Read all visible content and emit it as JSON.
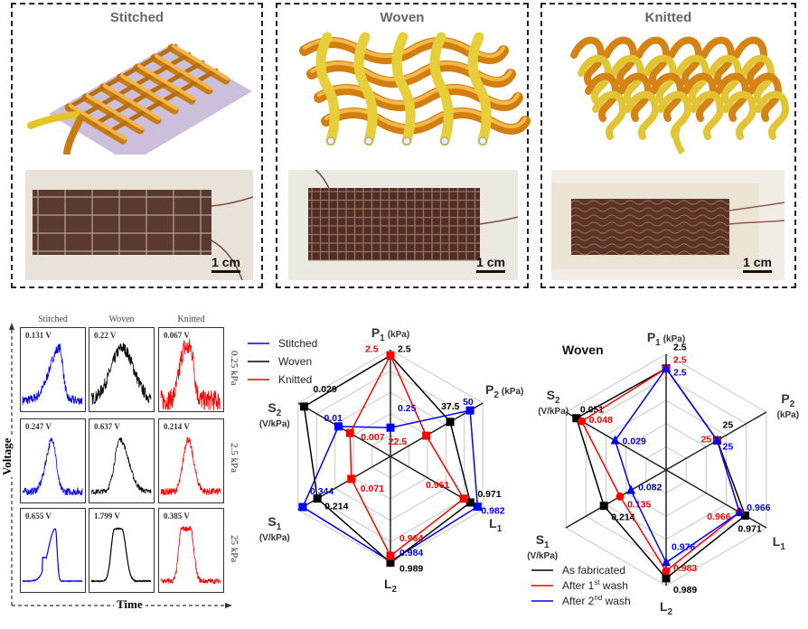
{
  "top_panels": [
    {
      "title": "Stitched",
      "scale_bar": "1 cm"
    },
    {
      "title": "Woven",
      "scale_bar": "1 cm"
    },
    {
      "title": "Knitted",
      "scale_bar": "1 cm"
    }
  ],
  "signals": {
    "columns": [
      "Stitched",
      "Woven",
      "Knitted"
    ],
    "rows": [
      "0.25 kPa",
      "2.5 kPa",
      "25 kPa"
    ],
    "y_axis": "Voltage",
    "x_axis": "Time",
    "colors": [
      "#0000ff",
      "#000000",
      "#ff0000"
    ],
    "peaks": [
      [
        "0.131 V",
        "0.22 V",
        "0.067 V"
      ],
      [
        "0.247 V",
        "0.637 V",
        "0.214 V"
      ],
      [
        "0.655 V",
        "1.799 V",
        "0.385 V"
      ]
    ]
  },
  "chart_data": [
    {
      "type": "radar",
      "title": "",
      "axes": [
        {
          "name": "P",
          "sub": "1",
          "unit": "(kPa)",
          "range": [
            0.1,
            3
          ],
          "scale": "log"
        },
        {
          "name": "P",
          "sub": "2",
          "unit": "(kPa)",
          "range": [
            0,
            58
          ],
          "scale": "linear"
        },
        {
          "name": "L",
          "sub": "1",
          "unit": "",
          "range": [
            0.85,
            0.99
          ],
          "scale": "linear"
        },
        {
          "name": "L",
          "sub": "2",
          "unit": "",
          "range": [
            0.6,
            0.99
          ],
          "scale": "linear"
        },
        {
          "name": "S",
          "sub": "1",
          "unit": "(V/kPa)",
          "range": [
            0.02,
            0.4
          ],
          "scale": "log"
        },
        {
          "name": "S",
          "sub": "2",
          "unit": "(V/kPa)",
          "range": [
            0.002,
            0.035
          ],
          "scale": "log"
        }
      ],
      "legend_position": "top-left",
      "series": [
        {
          "name": "Stitched",
          "color": "#0000ff",
          "marker": "square",
          "values": [
            0.25,
            50,
            0.982,
            0.984,
            0.344,
            0.01
          ],
          "labels": [
            "0.25",
            "50",
            "0.982",
            "0.984",
            "0.344",
            "0.01"
          ]
        },
        {
          "name": "Woven",
          "color": "#000000",
          "marker": "square",
          "values": [
            2.5,
            37.5,
            0.971,
            0.989,
            0.214,
            0.029
          ],
          "labels": [
            "2.5",
            "37.5",
            "0.971",
            "0.989",
            "0.214",
            "0.029"
          ]
        },
        {
          "name": "Knitted",
          "color": "#ff0000",
          "marker": "square",
          "values": [
            2.5,
            22.5,
            0.961,
            0.964,
            0.071,
            0.007
          ],
          "labels": [
            "2.5",
            "22.5",
            "0.961",
            "0.964",
            "0.071",
            "0.007"
          ]
        }
      ]
    },
    {
      "type": "radar",
      "title": "Woven",
      "axes": [
        {
          "name": "P",
          "sub": "1",
          "unit": "(kPa)",
          "range": [
            0,
            2.85
          ],
          "scale": "linear"
        },
        {
          "name": "P",
          "sub": "2",
          "unit": "(kPa)",
          "range": [
            0,
            49
          ],
          "scale": "linear"
        },
        {
          "name": "L",
          "sub": "1",
          "unit": "",
          "range": [
            0.9,
            0.99
          ],
          "scale": "linear"
        },
        {
          "name": "L",
          "sub": "2",
          "unit": "",
          "range": [
            0.9,
            0.995
          ],
          "scale": "linear"
        },
        {
          "name": "S",
          "sub": "1",
          "unit": "(V/kPa)",
          "range": [
            -0.09,
            0.4
          ],
          "scale": "linear"
        },
        {
          "name": "S",
          "sub": "2",
          "unit": "(V/kPa)",
          "range": [
            0,
            0.057
          ],
          "scale": "linear"
        }
      ],
      "legend_position": "bottom-left",
      "series": [
        {
          "name": "As fabricated",
          "sup": "",
          "name_tail": "",
          "color": "#000000",
          "marker": "square",
          "values": [
            2.5,
            25,
            0.971,
            0.989,
            0.214,
            0.051
          ],
          "labels": [
            "2.5",
            "25",
            "0.971",
            "0.989",
            "0.214",
            "0.051"
          ]
        },
        {
          "name": "After 1",
          "sup": "st",
          "name_tail": " wash",
          "color": "#ff0000",
          "marker": "circle",
          "values": [
            2.5,
            25,
            0.966,
            0.983,
            0.135,
            0.048
          ],
          "labels": [
            "2.5",
            "25",
            "0.966",
            "0.983",
            "0.135",
            "0.048"
          ]
        },
        {
          "name": "After 2",
          "sup": "nd",
          "name_tail": " wash",
          "color": "#0000ff",
          "marker": "triangle",
          "values": [
            2.5,
            25,
            0.966,
            0.976,
            0.082,
            0.029
          ],
          "labels": [
            "2.5",
            "25",
            "0.966",
            "0.976",
            "0.082",
            "0.029"
          ]
        }
      ]
    }
  ]
}
